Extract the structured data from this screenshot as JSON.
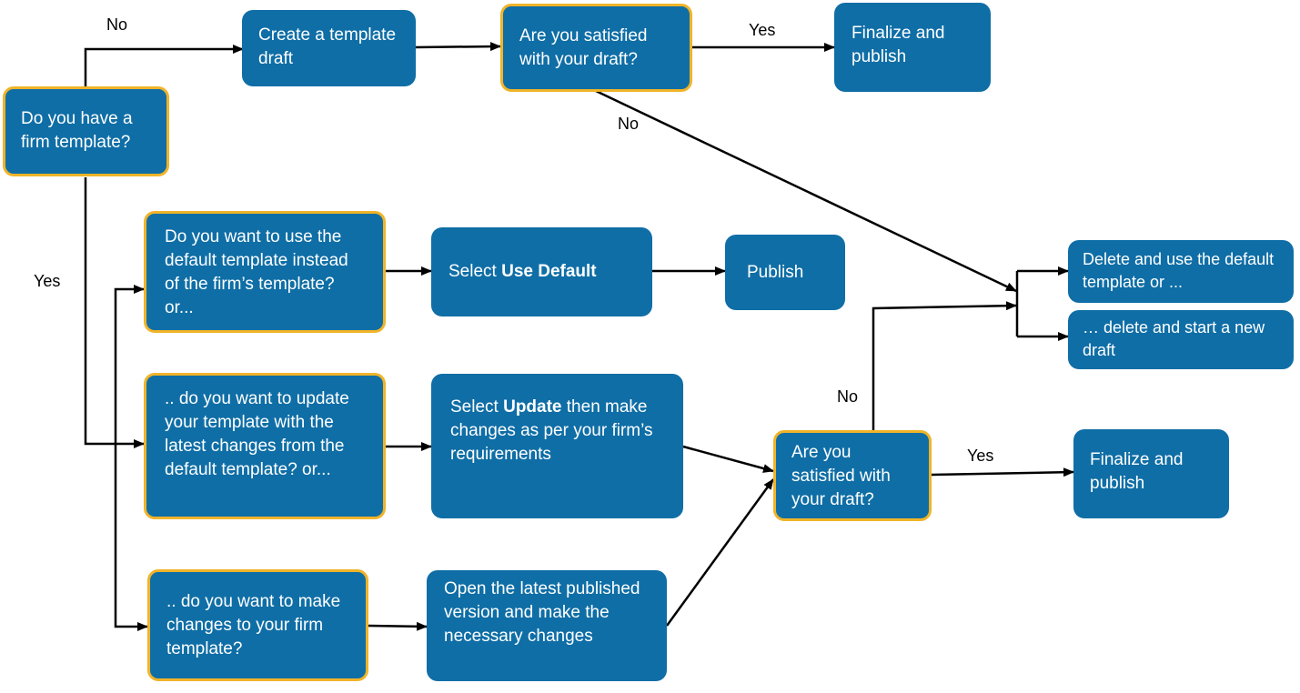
{
  "nodes": {
    "have_template": "Do you have a firm template?",
    "create_draft": "Create a template draft",
    "satisfied_top": "Are you satisfied with your draft?",
    "finalize_top": "Finalize and publish",
    "use_default_q": "Do you want to use the default template instead of the firm’s template? or...",
    "select_use_default": {
      "prefix": "Select ",
      "bold": "Use Default",
      "suffix": ""
    },
    "publish": "Publish",
    "update_q": ".. do you want to update your template with the latest changes from the default template? or...",
    "select_update": {
      "prefix": "Select ",
      "bold": "Update",
      "suffix": " then make changes as per your firm’s requirements"
    },
    "make_changes_q": ".. do you want to make changes to your firm template?",
    "open_latest": "Open the latest published version and make the necessary changes",
    "satisfied_bottom": "Are you satisfied with your draft?",
    "finalize_bottom": "Finalize and publish",
    "delete_use_default": "Delete and use the default template or ...",
    "delete_new_draft": "… delete and start a new draft"
  },
  "labels": {
    "no_top": "No",
    "yes_left": "Yes",
    "yes_top": "Yes",
    "no_middle": "No",
    "no_right": "No",
    "yes_bottom": "Yes"
  },
  "colors": {
    "box_fill": "#0f6ea6",
    "question_border": "#f0b429",
    "box_text": "#ffffff",
    "connector": "#000000"
  }
}
